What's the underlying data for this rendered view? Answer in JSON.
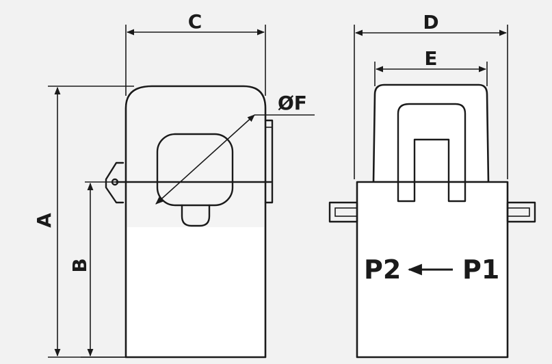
{
  "dimensions": {
    "a": "A",
    "b": "B",
    "c": "C",
    "d": "D",
    "e": "E",
    "diameter": "ØF"
  },
  "polarity": {
    "p2": "P2",
    "p1": "P1"
  },
  "colors": {
    "background": "#f2f2f2",
    "stroke": "#1a1a1a",
    "body_fill": "#ffffff"
  }
}
